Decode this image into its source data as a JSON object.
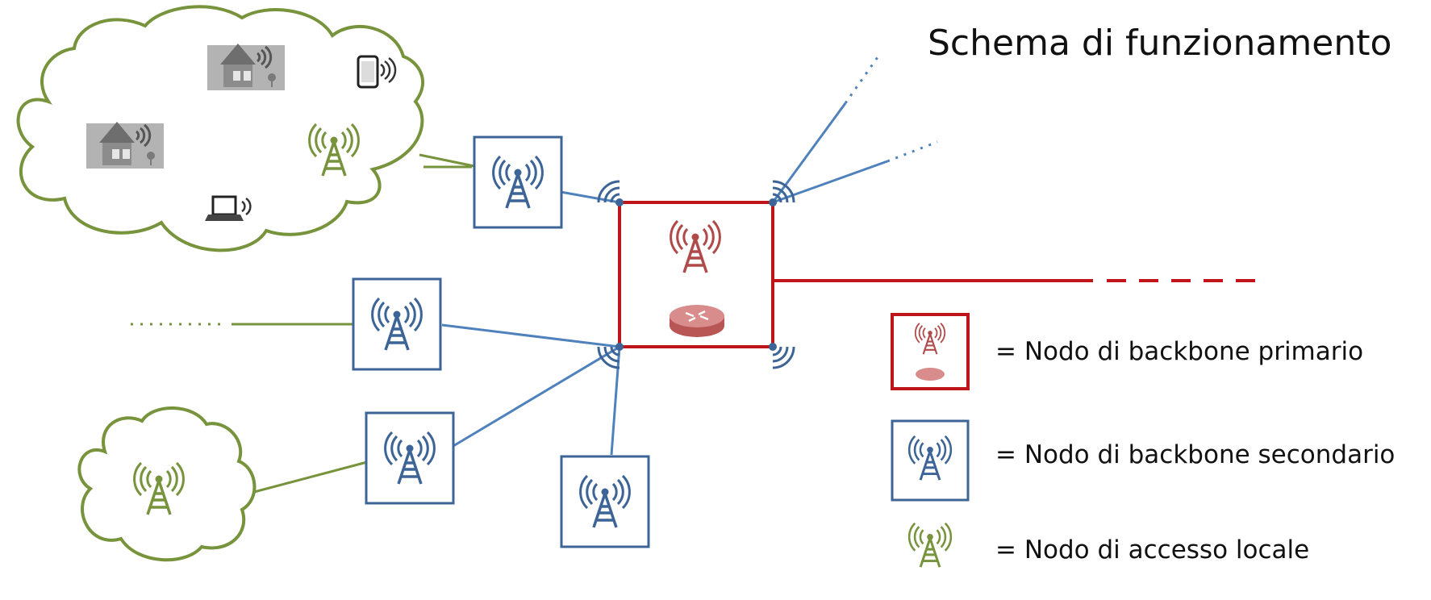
{
  "title": "Schema di funzionamento",
  "legend": [
    {
      "label": "= Nodo di backbone primario",
      "symbol": "primary-backbone-node"
    },
    {
      "label": "= Nodo di backbone secondario",
      "symbol": "secondary-backbone-node"
    },
    {
      "label": "= Nodo di accesso locale",
      "symbol": "local-access-node"
    }
  ],
  "colors": {
    "primary": "#c0141b",
    "secondary": "#3c6496",
    "link_blue": "#4f81bd",
    "local": "#77933c"
  },
  "icons": [
    "house-icon",
    "tablet-icon",
    "laptop-icon",
    "antenna-icon",
    "router-icon"
  ]
}
